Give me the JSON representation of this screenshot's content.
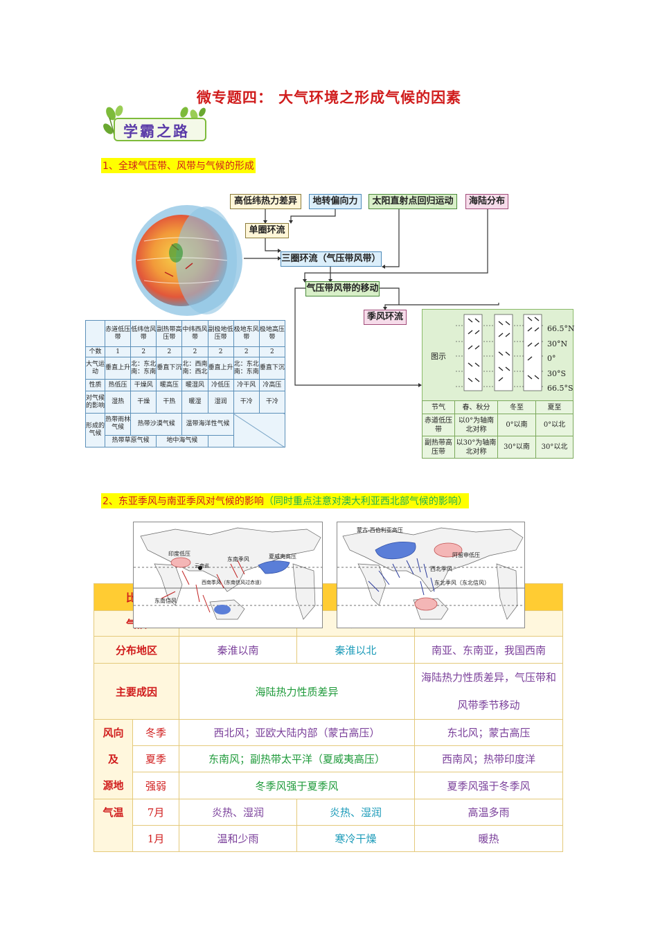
{
  "title": "微专题四：  大气环境之形成气候的因素",
  "banner": "学霸之路",
  "section1": "1、全球气压带、风带与气候的形成",
  "section2": {
    "part_a": "2、东亚季风与南亚季风对气候的影响",
    "part_b": "（同时重点注意对澳大利亚西北部气候的影响）"
  },
  "flowchart": {
    "top": [
      "高低纬热力差异",
      "地转偏向力",
      "太阳直射点回归运动",
      "海陆分布"
    ],
    "single_cell": "单圈环流",
    "three_cell": "三圈环流（气压带风带）",
    "belt_shift": "气压带风带的移动",
    "monsoon": "季风环流"
  },
  "belt_table": {
    "headers": [
      "赤道低压带",
      "低纬信风带",
      "副热带高压带",
      "中纬西风带",
      "副极地低压带",
      "极地东风带",
      "极地高压带"
    ],
    "rows": [
      {
        "label": "个数",
        "cells": [
          "1",
          "2",
          "2",
          "2",
          "2",
          "2",
          "2"
        ]
      },
      {
        "label": "大气运动",
        "cells": [
          "垂直上升",
          "北：东北南：东南",
          "垂直下沉",
          "北：西南南：西北",
          "垂直上升",
          "北：东北南：东南",
          "垂直下沉"
        ]
      },
      {
        "label": "性质",
        "cells": [
          "热低压",
          "干燥风",
          "暖高压",
          "暖湿风",
          "冷低压",
          "冷干风",
          "冷高压"
        ]
      },
      {
        "label": "对气候的影响",
        "cells": [
          "湿热",
          "干燥",
          "干热",
          "暖湿",
          "湿润",
          "干冷",
          "干冷"
        ]
      }
    ],
    "climate_label": "形成的气候",
    "climates": [
      "热带雨林气候",
      "热带沙漠气候",
      "温带海洋性气候"
    ],
    "climates2": [
      "热带草原气候",
      "地中海气候"
    ]
  },
  "season_panel": {
    "diagram_label": "图示",
    "latitudes": [
      "66.5°N",
      "30°N",
      "0°",
      "30°S",
      "66.5°S"
    ],
    "headers": [
      "节气",
      "春、秋分",
      "冬至",
      "夏至"
    ],
    "rows": [
      {
        "label": "赤道低压带",
        "cells": [
          "以0°为轴南北对称",
          "0°以南",
          "0°以北"
        ]
      },
      {
        "label": "副热带高压带",
        "cells": [
          "以30°为轴南北对称",
          "30°以南",
          "30°以北"
        ]
      }
    ]
  },
  "map_left": {
    "labels": [
      "印度低压",
      "东南季风",
      "夏威夷高压",
      "云南省",
      "西南季风（东南信风过赤道）",
      "东南信风"
    ]
  },
  "map_right": {
    "labels": [
      "蒙古-西伯利亚高压",
      "阿留申低压",
      "西北季风",
      "东北季风（东北信风）"
    ]
  },
  "compare_table": {
    "header_visible": "比较",
    "row_climate": {
      "label": "气候",
      "visible_fragment": "温"
    },
    "rows": [
      {
        "label": "分布地区",
        "cells": [
          "秦淮以南",
          "秦淮以北",
          "南亚、东南亚，我国西南"
        ]
      },
      {
        "label": "主要成因",
        "cells": [
          "海陆热力性质差异",
          "海陆热力性质差异，气压带和风带季节移动"
        ]
      }
    ],
    "wind_group": {
      "label": [
        "风向",
        "及",
        "源地"
      ],
      "rows": [
        {
          "sub": "冬季",
          "a": "西北风；亚欧大陆内部（蒙古高压）",
          "b": "东北风；蒙古高压"
        },
        {
          "sub": "夏季",
          "a": "东南风；副热带太平洋（夏威夷高压）",
          "b": "西南风；热带印度洋"
        },
        {
          "sub": "强弱",
          "a": "冬季风强于夏季风",
          "b": "夏季风强于冬季风"
        }
      ]
    },
    "temp_group": {
      "label": "气温",
      "rows": [
        {
          "sub": "7月",
          "cells": [
            "炎热、湿润",
            "炎热、湿润",
            "高温多雨"
          ]
        },
        {
          "sub": "1月",
          "cells": [
            "温和少雨",
            "寒冷干燥",
            "暖热"
          ]
        }
      ]
    }
  }
}
